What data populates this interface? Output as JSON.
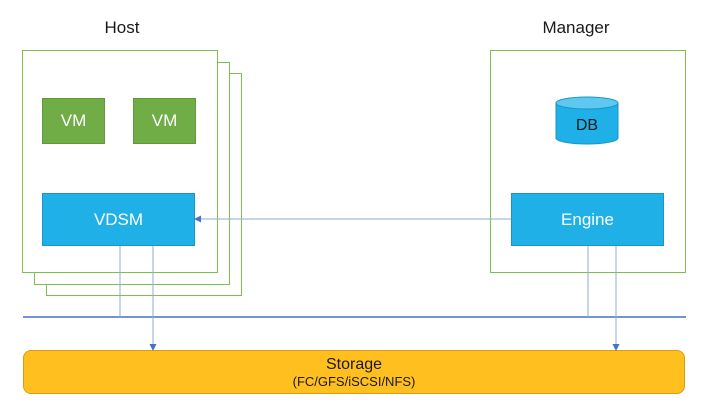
{
  "host": {
    "title": "Host",
    "vms": [
      "VM",
      "VM"
    ],
    "vdsm_label": "VDSM"
  },
  "manager": {
    "title": "Manager",
    "db_label": "DB",
    "engine_label": "Engine"
  },
  "storage": {
    "label": "Storage",
    "sublabel": "(FC/GFS/iSCSI/NFS)"
  },
  "colors": {
    "vm_green": "#70ad47",
    "frame_green": "#7fbf4d",
    "component_blue": "#1fb0e8",
    "storage_yellow": "#ffbf1f",
    "line_blue": "#4472c4"
  }
}
